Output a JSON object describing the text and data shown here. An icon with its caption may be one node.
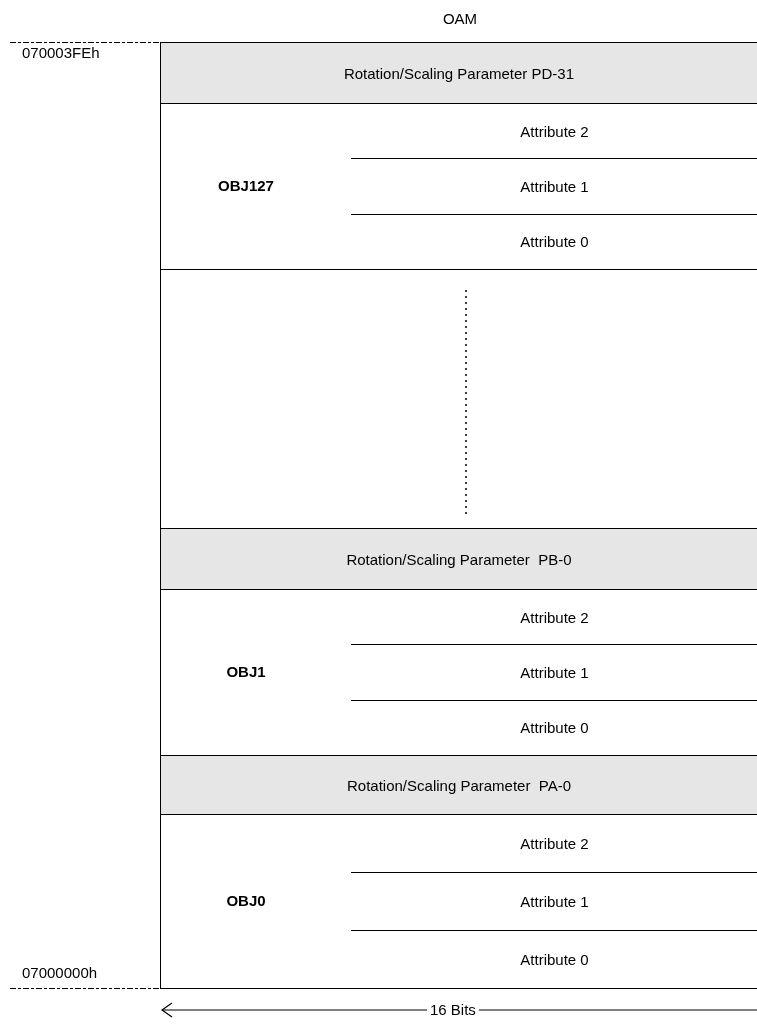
{
  "diagram": {
    "title": "OAM",
    "nodes": [
      {
        "text": [
          "Rotation/Scaling Parameter PD-31"
        ]
      },
      {
        "text": [
          "OBJ127"
        ]
      },
      {
        "text": [
          "Attribute 2"
        ],
        "in": 1
      },
      {
        "text": [
          "Attribute 1"
        ],
        "in": 1
      },
      {
        "text": [
          "Attribute 0"
        ],
        "in": 1
      },
      {
        "text": [],
        "shape": "box"
      },
      {
        "text": [
          "Rotation/Scaling Parameter  PB-0"
        ]
      },
      {
        "text": [
          "OBJ1"
        ]
      },
      {
        "text": [
          "Attribute 2"
        ],
        "in": 7
      },
      {
        "text": [
          "Attribute 1"
        ],
        "in": 7
      },
      {
        "text": [
          "Attribute 0"
        ],
        "in": 7
      },
      {
        "text": [
          "Rotation/Scaling Parameter  PA-0"
        ]
      },
      {
        "text": [
          "OBJ0"
        ]
      },
      {
        "text": [
          "Attribute 2"
        ],
        "in": 12
      },
      {
        "text": [
          "Attribute 1"
        ],
        "in": 12
      },
      {
        "text": [
          "Attribute 0"
        ],
        "in": 12
      }
    ],
    "edges": [],
    "labels": [
      "070003FEh",
      "07000000h",
      "16 Bits"
    ]
  }
}
